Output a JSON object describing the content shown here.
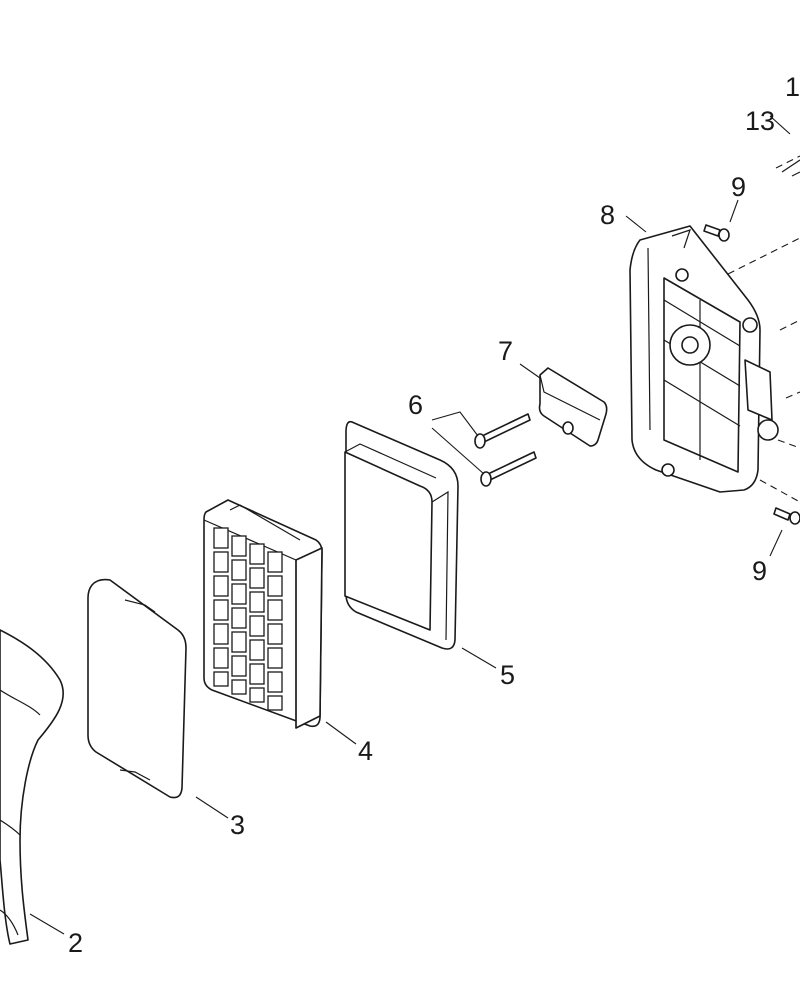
{
  "callouts": [
    {
      "id": "c1",
      "text": "1"
    },
    {
      "id": "c13",
      "text": "13"
    },
    {
      "id": "c9a",
      "text": "9"
    },
    {
      "id": "c8",
      "text": "8"
    },
    {
      "id": "c7",
      "text": "7"
    },
    {
      "id": "c6",
      "text": "6"
    },
    {
      "id": "c5",
      "text": "5"
    },
    {
      "id": "c4",
      "text": "4"
    },
    {
      "id": "c3",
      "text": "3"
    },
    {
      "id": "c2",
      "text": "2"
    },
    {
      "id": "c9b",
      "text": "9"
    }
  ]
}
